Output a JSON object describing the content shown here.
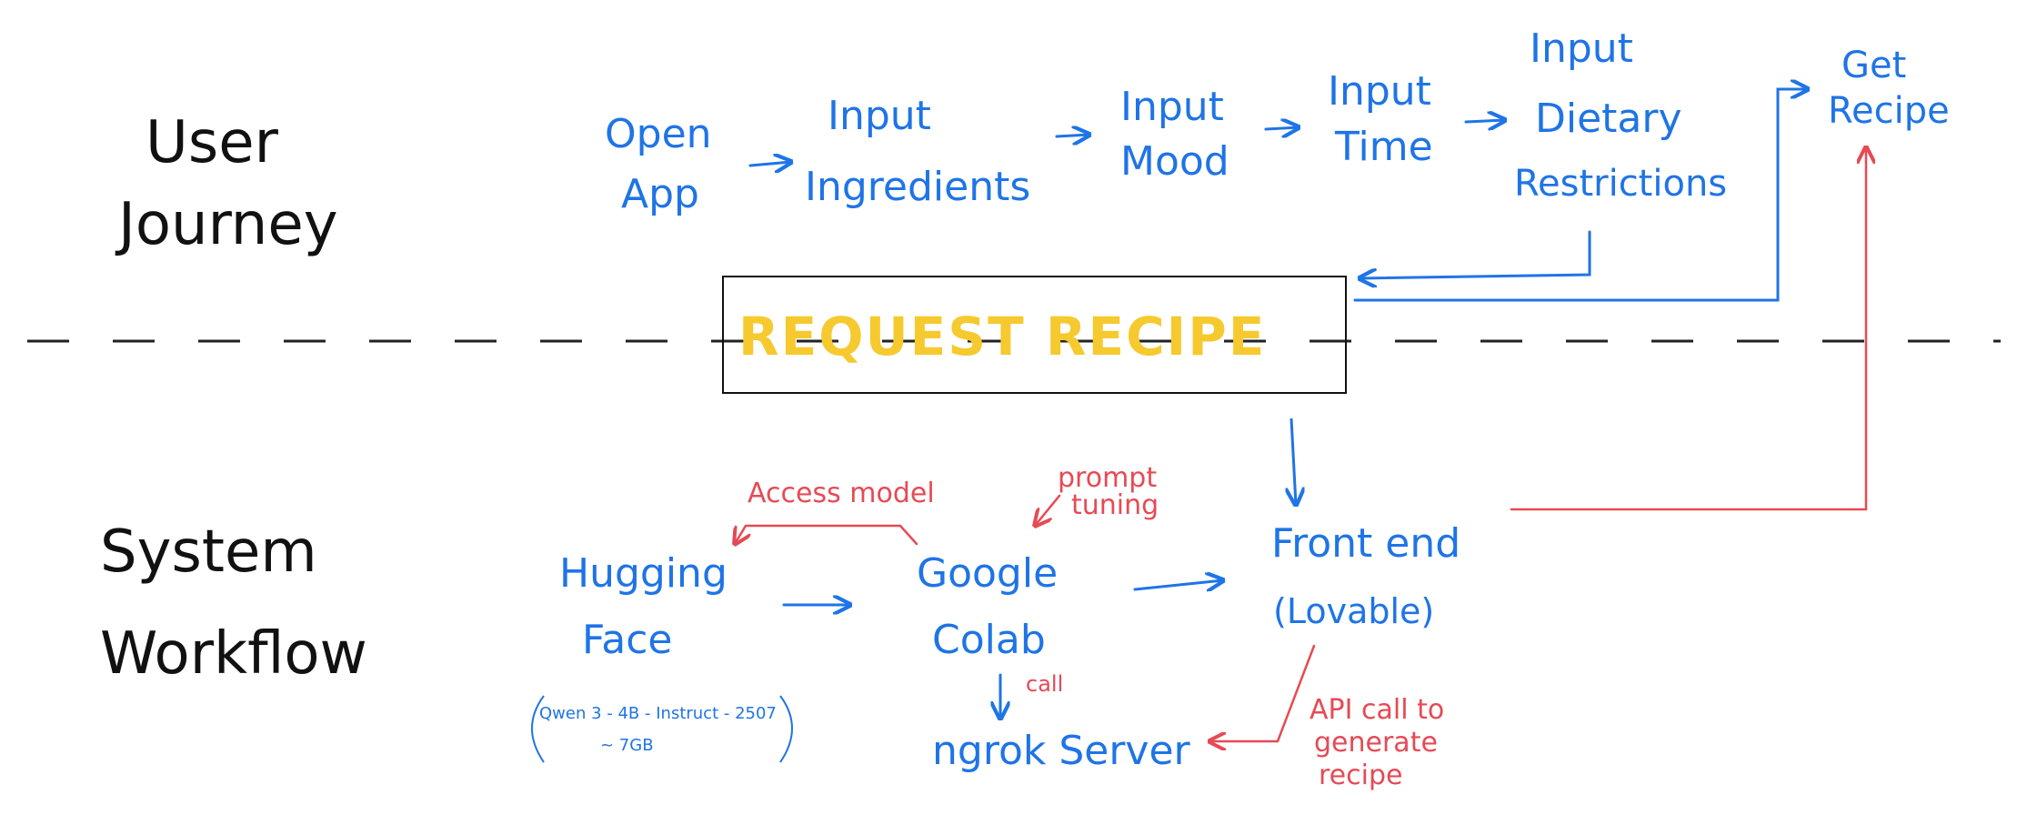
{
  "colors": {
    "blue": "#1f74e6",
    "red": "#e64a55",
    "black": "#111111",
    "yellow": "#f6c92f",
    "divider": "#222222"
  },
  "user_journey": {
    "label_line1": "User",
    "label_line2": "Journey",
    "steps": [
      {
        "line1": "Open",
        "line2": "App"
      },
      {
        "line1": "Input",
        "line2": "Ingredients"
      },
      {
        "line1": "Input",
        "line2": "Mood"
      },
      {
        "line1": "Input",
        "line2": "Time"
      },
      {
        "line1": "Input",
        "line2": "Dietary",
        "line3": "Restrictions"
      }
    ],
    "result": {
      "line1": "Get",
      "line2": "Recipe"
    }
  },
  "request_box": {
    "label": "REQUEST RECIPE"
  },
  "system_workflow": {
    "label_line1": "System",
    "label_line2": "Workflow",
    "hugging_face": {
      "line1": "Hugging",
      "line2": "Face",
      "model_line1": "Qwen 3 - 4B - Instruct - 2507",
      "model_line2": "~ 7GB"
    },
    "google_colab": {
      "line1": "Google",
      "line2": "Colab"
    },
    "frontend": {
      "line1": "Front end",
      "line2": "(Lovable)"
    },
    "ngrok": {
      "label": "ngrok Server"
    },
    "annotations": {
      "access_model": "Access model",
      "prompt_line1": "prompt",
      "prompt_line2": "tuning",
      "call": "call",
      "api_line1": "API call to",
      "api_line2": "generate",
      "api_line3": "recipe"
    }
  }
}
